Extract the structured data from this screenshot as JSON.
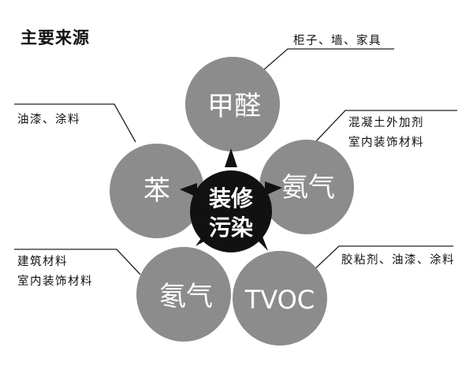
{
  "title": "主要来源",
  "center": {
    "line1": "装修",
    "line2": "污染"
  },
  "petals": [
    {
      "id": "formaldehyde",
      "label": "甲醛",
      "notes": [
        "柜子、墙、家具"
      ]
    },
    {
      "id": "ammonia",
      "label": "氨气",
      "notes": [
        "混凝土外加剂",
        "室内装饰材料"
      ]
    },
    {
      "id": "tvoc",
      "label": "TVOC",
      "notes": [
        "胶粘剂、油漆、涂料"
      ]
    },
    {
      "id": "radon",
      "label": "氡气",
      "notes": [
        "建筑材料",
        "室内装饰材料"
      ]
    },
    {
      "id": "benzene",
      "label": "苯",
      "notes": [
        "油漆、涂料"
      ]
    }
  ],
  "colors": {
    "petal": "#8c8c8c",
    "center": "#111111",
    "petal_text": "#ffffff",
    "line": "#222222"
  }
}
